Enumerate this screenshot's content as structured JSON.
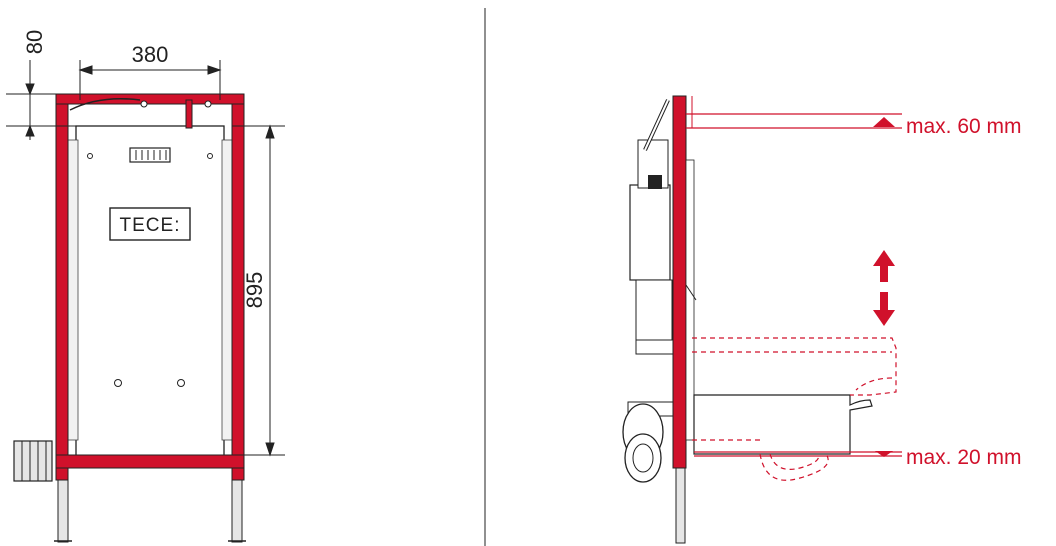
{
  "colors": {
    "frame_red": "#d0112b",
    "line": "#222222",
    "panel_fill": "#ffffff",
    "ghost_red": "#d0112b"
  },
  "front_view": {
    "dim_top_offset": "80",
    "dim_width": "380",
    "dim_height": "895",
    "logo": "TECE:",
    "vent_icon": "grille-icon"
  },
  "side_view": {
    "max_top_label": "max. 60 mm",
    "max_bottom_label": "max. 20 mm",
    "adjust_icon": "double-arrow-vertical-icon"
  }
}
